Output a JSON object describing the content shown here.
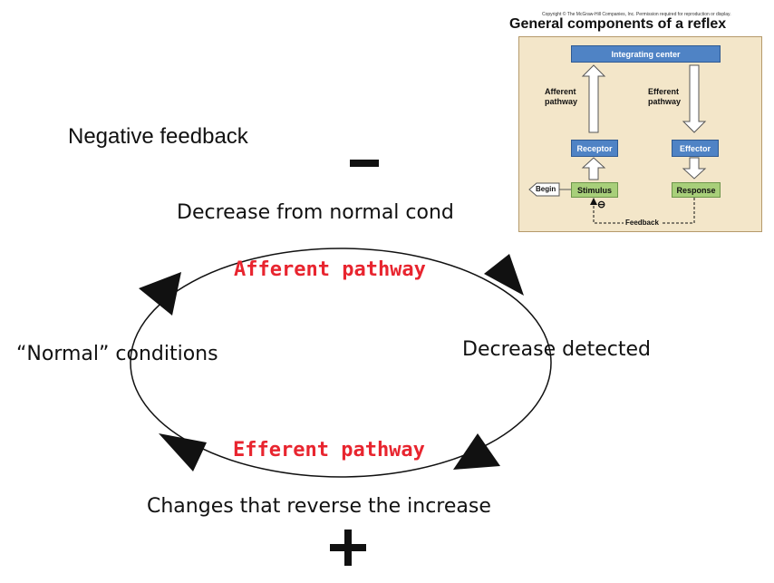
{
  "slide": {
    "title": "Negative feedback",
    "minus_symbol": "–",
    "plus_symbol": "+",
    "top_label": "Decrease from normal cond",
    "right_label": "Decrease detected",
    "bottom_label": "Changes that reverse the increase",
    "left_label": "“Normal” conditions",
    "afferent_label": "Afferent pathway",
    "efferent_label": "Efferent pathway"
  },
  "colors": {
    "pathway_red": "#e8252f",
    "inset_blue": "#4f83c5",
    "inset_green": "#a8cf7a",
    "inset_panel": "#f3e6c9"
  },
  "inset": {
    "copyright": "Copyright © The McGraw-Hill Companies, Inc. Permission required for reproduction or display.",
    "title": "General components of a reflex",
    "integrating_center": "Integrating center",
    "afferent_pathway_line1": "Afferent",
    "afferent_pathway_line2": "pathway",
    "efferent_pathway_line1": "Efferent",
    "efferent_pathway_line2": "pathway",
    "receptor": "Receptor",
    "effector": "Effector",
    "begin": "Begin",
    "stimulus": "Stimulus",
    "response": "Response",
    "feedback": "Feedback",
    "minus_mark": "⊖"
  }
}
